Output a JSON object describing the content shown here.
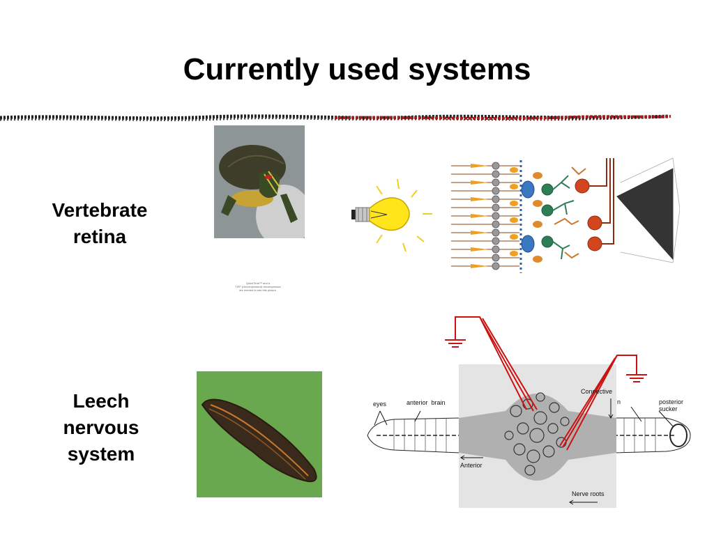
{
  "slide": {
    "title": "Currently used systems",
    "rows": [
      {
        "label_line1": "Vertebrate",
        "label_line2": "retina"
      },
      {
        "label_line1": "Leech",
        "label_line2": "nervous",
        "label_line3": "system"
      }
    ]
  },
  "leech_diagram": {
    "eyes": "eyes",
    "anterior_brain": "anterior  brain",
    "connective": "Connective",
    "n_label": "n",
    "posterior_sucker_line1": "posterior",
    "posterior_sucker_line2": "sucker",
    "anterior": "Anterior",
    "nerve_roots": "Nerve roots"
  },
  "quicktime_note": {
    "line1": "QuickTime™ and a",
    "line2": "TIFF (Uncompressed) decompressor",
    "line3": "are needed to see this picture."
  },
  "colors": {
    "accent_red": "#cc1111",
    "leech_green": "#6aa84f",
    "bulb_yellow": "#ffe51a",
    "cone_orange": "#f0a020"
  }
}
